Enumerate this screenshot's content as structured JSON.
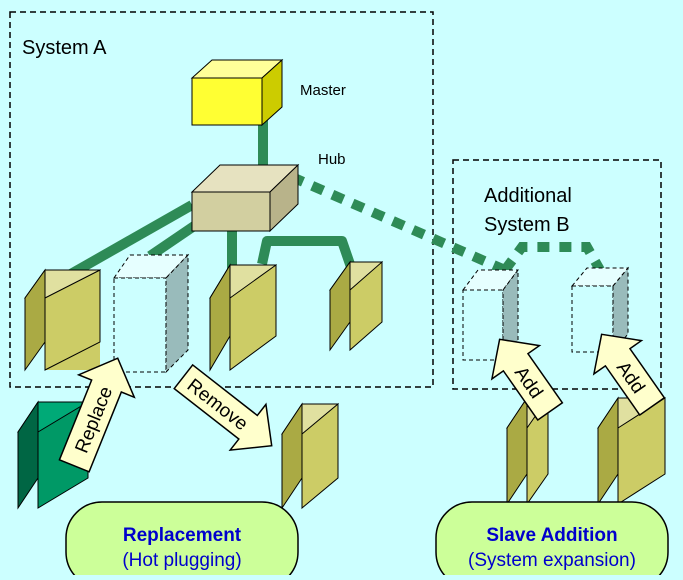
{
  "system_a": {
    "label": "System A"
  },
  "system_b": {
    "label_line1": "Additional",
    "label_line2": "System B"
  },
  "master": {
    "label": "Master"
  },
  "hub": {
    "label": "Hub"
  },
  "arrows": {
    "replace": "Replace",
    "remove": "Remove",
    "add1": "Add",
    "add2": "Add"
  },
  "badges": {
    "replacement_title": "Replacement",
    "replacement_subtitle": "(Hot  plugging)",
    "slave_title": "Slave Addition",
    "slave_subtitle": "(System expansion)"
  },
  "colors": {
    "background": "#ccffff",
    "cable": "#2e8b57",
    "master": "#ffff33",
    "hub": "#d2cfa0",
    "slave": "#cccc66",
    "new_slave": "#ccffff",
    "dark_slave": "#009966",
    "badge": "#ccff99",
    "badge_title": "#0000cc",
    "badge_subtitle": "#0000cc",
    "arrow_fill": "#ffffcc"
  }
}
